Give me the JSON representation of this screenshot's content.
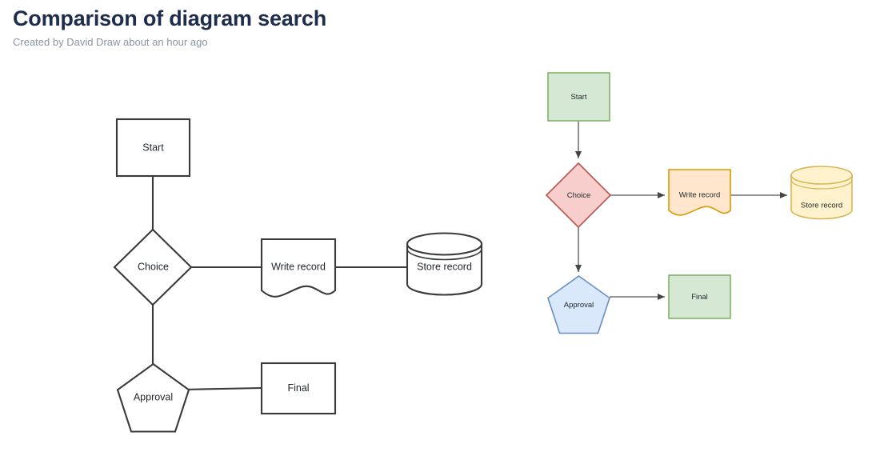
{
  "header": {
    "title": "Comparison of diagram search",
    "subtitle": "Created by David Draw about an hour ago",
    "title_color": "#1f2d4d",
    "subtitle_color": "#8a94a6"
  },
  "diagrams": [
    {
      "id": "plain-diagram",
      "name": "plain-flowchart",
      "style": "monochrome outline",
      "stroke_color": "#3a3a3a",
      "fill_color": "none",
      "label_color": "#23282e",
      "edge_arrowheads": false,
      "nodes": [
        {
          "id": "start",
          "label": "Start",
          "shape": "rectangle"
        },
        {
          "id": "choice",
          "label": "Choice",
          "shape": "diamond"
        },
        {
          "id": "write",
          "label": "Write record",
          "shape": "document"
        },
        {
          "id": "store",
          "label": "Store record",
          "shape": "cylinder"
        },
        {
          "id": "approval",
          "label": "Approval",
          "shape": "pentagon"
        },
        {
          "id": "final",
          "label": "Final",
          "shape": "rectangle"
        }
      ],
      "edges": [
        {
          "from": "start",
          "to": "choice"
        },
        {
          "from": "choice",
          "to": "write"
        },
        {
          "from": "write",
          "to": "store"
        },
        {
          "from": "choice",
          "to": "approval"
        },
        {
          "from": "approval",
          "to": "final"
        }
      ]
    },
    {
      "id": "colored-diagram",
      "name": "colored-flowchart",
      "style": "filled color",
      "label_color": "#23282e",
      "edge_color": "#545454",
      "edge_arrowheads": true,
      "nodes": [
        {
          "id": "start",
          "label": "Start",
          "shape": "rectangle",
          "fill": "#d5e8d4",
          "stroke": "#82b366"
        },
        {
          "id": "choice",
          "label": "Choice",
          "shape": "diamond",
          "fill": "#f8cecc",
          "stroke": "#b85450"
        },
        {
          "id": "write",
          "label": "Write record",
          "shape": "document",
          "fill": "#ffe6cc",
          "stroke": "#d79b00"
        },
        {
          "id": "store",
          "label": "Store record",
          "shape": "cylinder",
          "fill": "#fff2cc",
          "stroke": "#d6b656"
        },
        {
          "id": "approval",
          "label": "Approval",
          "shape": "pentagon",
          "fill": "#dae8fc",
          "stroke": "#6c8ebf"
        },
        {
          "id": "final",
          "label": "Final",
          "shape": "rectangle",
          "fill": "#d5e8d4",
          "stroke": "#82b366"
        }
      ],
      "edges": [
        {
          "from": "start",
          "to": "choice"
        },
        {
          "from": "choice",
          "to": "write"
        },
        {
          "from": "write",
          "to": "store"
        },
        {
          "from": "choice",
          "to": "approval"
        },
        {
          "from": "approval",
          "to": "final"
        }
      ]
    }
  ]
}
